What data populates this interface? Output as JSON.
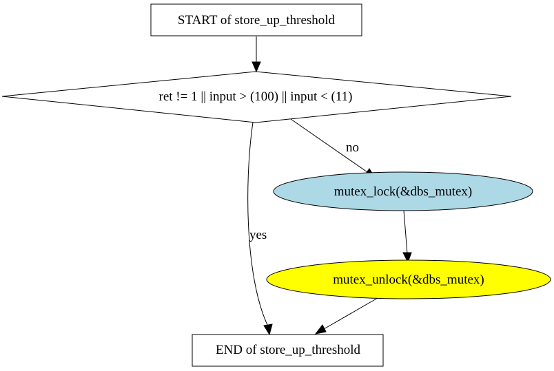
{
  "nodes": {
    "start": {
      "label": "START of store_up_threshold"
    },
    "condition": {
      "label": "ret != 1 || input > (100) || input < (11)"
    },
    "lock": {
      "label": "mutex_lock(&dbs_mutex)"
    },
    "unlock": {
      "label": "mutex_unlock(&dbs_mutex)"
    },
    "end": {
      "label": "END of store_up_threshold"
    }
  },
  "edges": {
    "condition_no": {
      "label": "no"
    },
    "condition_yes": {
      "label": "yes"
    }
  },
  "colors": {
    "lock_fill": "#add8e6",
    "unlock_fill": "#ffff00",
    "default_fill": "#ffffff",
    "stroke": "#000000"
  }
}
